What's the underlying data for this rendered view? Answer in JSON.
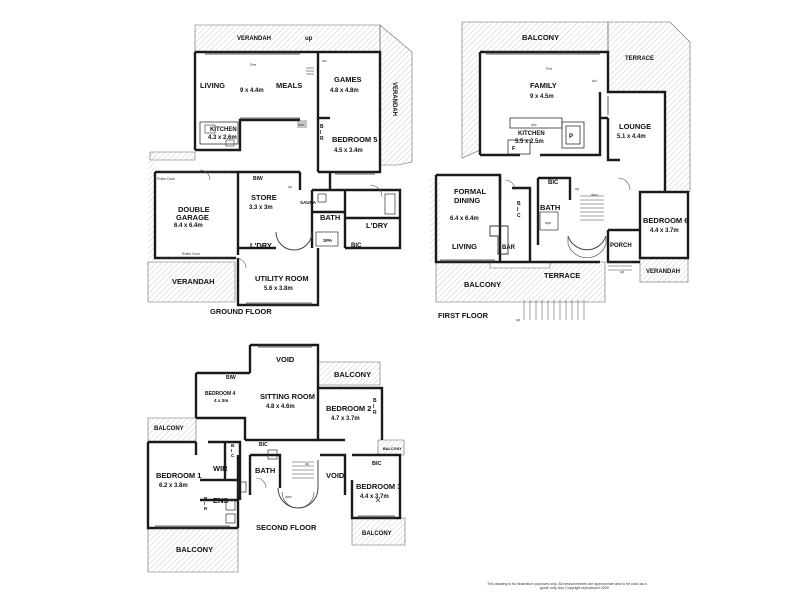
{
  "floors": {
    "ground": {
      "title": "GROUND FLOOR",
      "labels": {
        "verandah_top": "VERANDAH",
        "verandah_right": "VERANDAH",
        "verandah_bottom": "VERANDAH",
        "up1": "up",
        "fire": "Fire",
        "ac": "a/c",
        "living": "LIVING",
        "meals": "MEALS",
        "living_dim": "9 x 4.4m",
        "games": "GAMES",
        "games_dim": "4.8 x 4.8m",
        "kitchen": "KITCHEN",
        "kitchen_dim": "4.3 x 2.6m",
        "dwn": "dwn",
        "bir": "B\nI\nR",
        "bedroom5": "BEDROOM 5",
        "bedroom5_dim": "4.5 x 3.4m",
        "roller_door_top": "Roller Door",
        "roller_door_bottom": "Roller Door",
        "biw": "BIW",
        "double_garage": "DOUBLE",
        "double_garage2": "GARAGE",
        "garage_dim": "6.4 x 6.4m",
        "store": "STORE",
        "store_dim": "3.3 x 3m",
        "up2": "up",
        "sauna": "SAUNA",
        "bath": "BATH",
        "ldry1": "L'DRY",
        "ldry2": "L'DRY",
        "spa": "SPA",
        "bic": "BIC",
        "utility": "UTILITY ROOM",
        "utility_dim": "5.6 x 3.8m"
      }
    },
    "first": {
      "title": "FIRST FLOOR",
      "labels": {
        "balcony_top": "BALCONY",
        "terrace_top": "TERRACE",
        "fire": "Fire",
        "ac": "a/c",
        "family": "FAMILY",
        "family_dim": "9 x 4.5m",
        "kitchen": "KITCHEN",
        "kitchen_dim": "5.5 x 2.5m",
        "dw": "d/w",
        "p": "P",
        "f": "F",
        "lounge": "LOUNGE",
        "lounge_dim": "5.1 x 4.4m",
        "formal": "FORMAL",
        "dining": "DINING",
        "formal_dim": "6.4 x 6.4m",
        "living": "LIVING",
        "bic": "BIC",
        "bic_v": "B\nI\nC",
        "bath": "BATH",
        "spa": "spa",
        "bar": "BAR",
        "up": "up",
        "dwn": "dwn",
        "bedroom6": "BEDROOM 6",
        "bedroom6_dim": "4.4 x 3.7m",
        "porch": "PORCH",
        "up2": "up",
        "verandah": "VERANDAH",
        "terrace_bottom": "TERRACE",
        "balcony_bottom": "BALCONY",
        "up3": "up"
      }
    },
    "second": {
      "title": "SECOND FLOOR",
      "labels": {
        "void_top": "VOID",
        "balcony_right": "BALCONY",
        "biw": "BIW",
        "bedroom4": "BEDROOM 4",
        "bedroom4_dim": "4 x 3m",
        "sitting": "SITTING ROOM",
        "sitting_dim": "4.8 x 4.6m",
        "bedroom2": "BEDROOM 2",
        "bedroom2_dim": "4.7 x 3.7m",
        "bir": "B\nI\nR",
        "balcony_left": "BALCONY",
        "bic1": "B\nI\nC",
        "bic2": "BIC",
        "balcony_small": "BALCONY",
        "bic3": "BIC",
        "bedroom1": "BEDROOM 1",
        "bedroom1_dim": "6.2 x 3.8m",
        "wir": "WIR",
        "bath": "BATH",
        "up": "up",
        "void_mid": "VOID",
        "bedroom3": "BEDROOM 3",
        "bedroom3_dim": "4.4 x 3.7m",
        "ens": "ENS",
        "bir2": "B\nI\nR",
        "dwn": "dwn",
        "balcony_bottom": "BALCONY",
        "balcony_br": "BALCONY"
      }
    }
  },
  "disclaimer": [
    "This drawing is for illustration purposes only. All measurements are approximate and to be used as a",
    "guide only. Any Copyright reproduced 2009"
  ],
  "colors": {
    "wall": "#1a1a1a",
    "hatch": "#b0b0b0",
    "line": "#555555"
  }
}
